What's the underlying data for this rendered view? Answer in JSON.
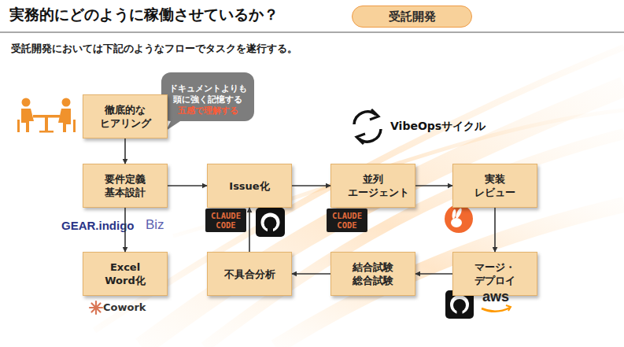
{
  "diagram": {
    "title": "実務的にどのように稼働させているか？",
    "nodes": [
      {
        "text": [
          "受託開発"
        ]
      },
      {
        "text": [
          "ドキュメントよりも 頭に強く記憶する",
          "五感で理解する"
        ]
      },
      {
        "text": [
          "徹底的な ヒアリング"
        ]
      },
      {
        "text": [
          "要件定義 基本設計"
        ]
      },
      {
        "text": [
          "Excel Word化"
        ]
      },
      {
        "text": [
          "Issue化"
        ]
      },
      {
        "text": [
          "並列 エージェント"
        ]
      },
      {
        "text": [
          "実装 レビュー"
        ]
      },
      {
        "text": [
          "マージ・ デプロイ"
        ]
      },
      {
        "text": [
          "結合試験 総合試験"
        ]
      },
      {
        "text": [
          "不具合分析"
        ]
      }
    ],
    "edges": [
      {
        "from": 2,
        "to": 3,
        "arrow": "to"
      },
      {
        "from": 3,
        "to": 4,
        "arrow": "to"
      },
      {
        "from": 3,
        "to": 5,
        "arrow": "to"
      },
      {
        "from": 5,
        "to": 6,
        "arrow": "to"
      },
      {
        "from": 6,
        "to": 7,
        "arrow": "to"
      },
      {
        "from": 7,
        "to": 8,
        "arrow": "to"
      },
      {
        "from": 8,
        "to": 9,
        "arrow": "to"
      },
      {
        "from": 9,
        "to": 10,
        "arrow": "to"
      },
      {
        "from": 10,
        "to": 5,
        "arrow": "to"
      }
    ],
    "labels": [
      "受託開発においては下記のようなフローでタスクを遂行する。",
      "VibeOpsサイクル",
      "GEAR.indigo",
      "Biz",
      "CLAUDE CODE",
      "CLAUDE CODE",
      "Cowork",
      "aws"
    ]
  }
}
